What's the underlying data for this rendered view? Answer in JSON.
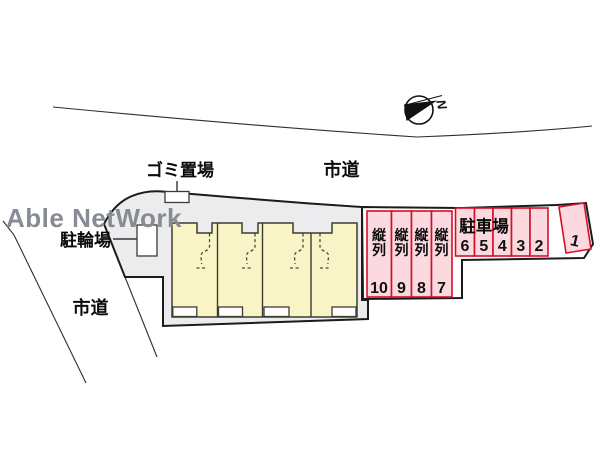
{
  "plan": {
    "watermark": "Able NetWork",
    "labels": {
      "garbage_area": "ゴミ置場",
      "city_road_top": "市道",
      "city_road_left": "市道",
      "bicycle_parking": "駐輪場",
      "car_parking": "駐車場"
    },
    "compass_north": "N",
    "parking": {
      "tandem_column_chars": [
        "縦",
        "列"
      ],
      "tandem_space_numbers": [
        "10",
        "9",
        "8",
        "7"
      ],
      "row_space_numbers": [
        "6",
        "5",
        "4",
        "3",
        "2"
      ],
      "angled_space_number": "1"
    },
    "colors": {
      "site_fill": "#ececee",
      "building_fill": "#f8f4c5",
      "parking_stall_fill": "#fbd9de",
      "parking_stall_border": "#d21028",
      "watermark_gray": "#878b94"
    }
  }
}
